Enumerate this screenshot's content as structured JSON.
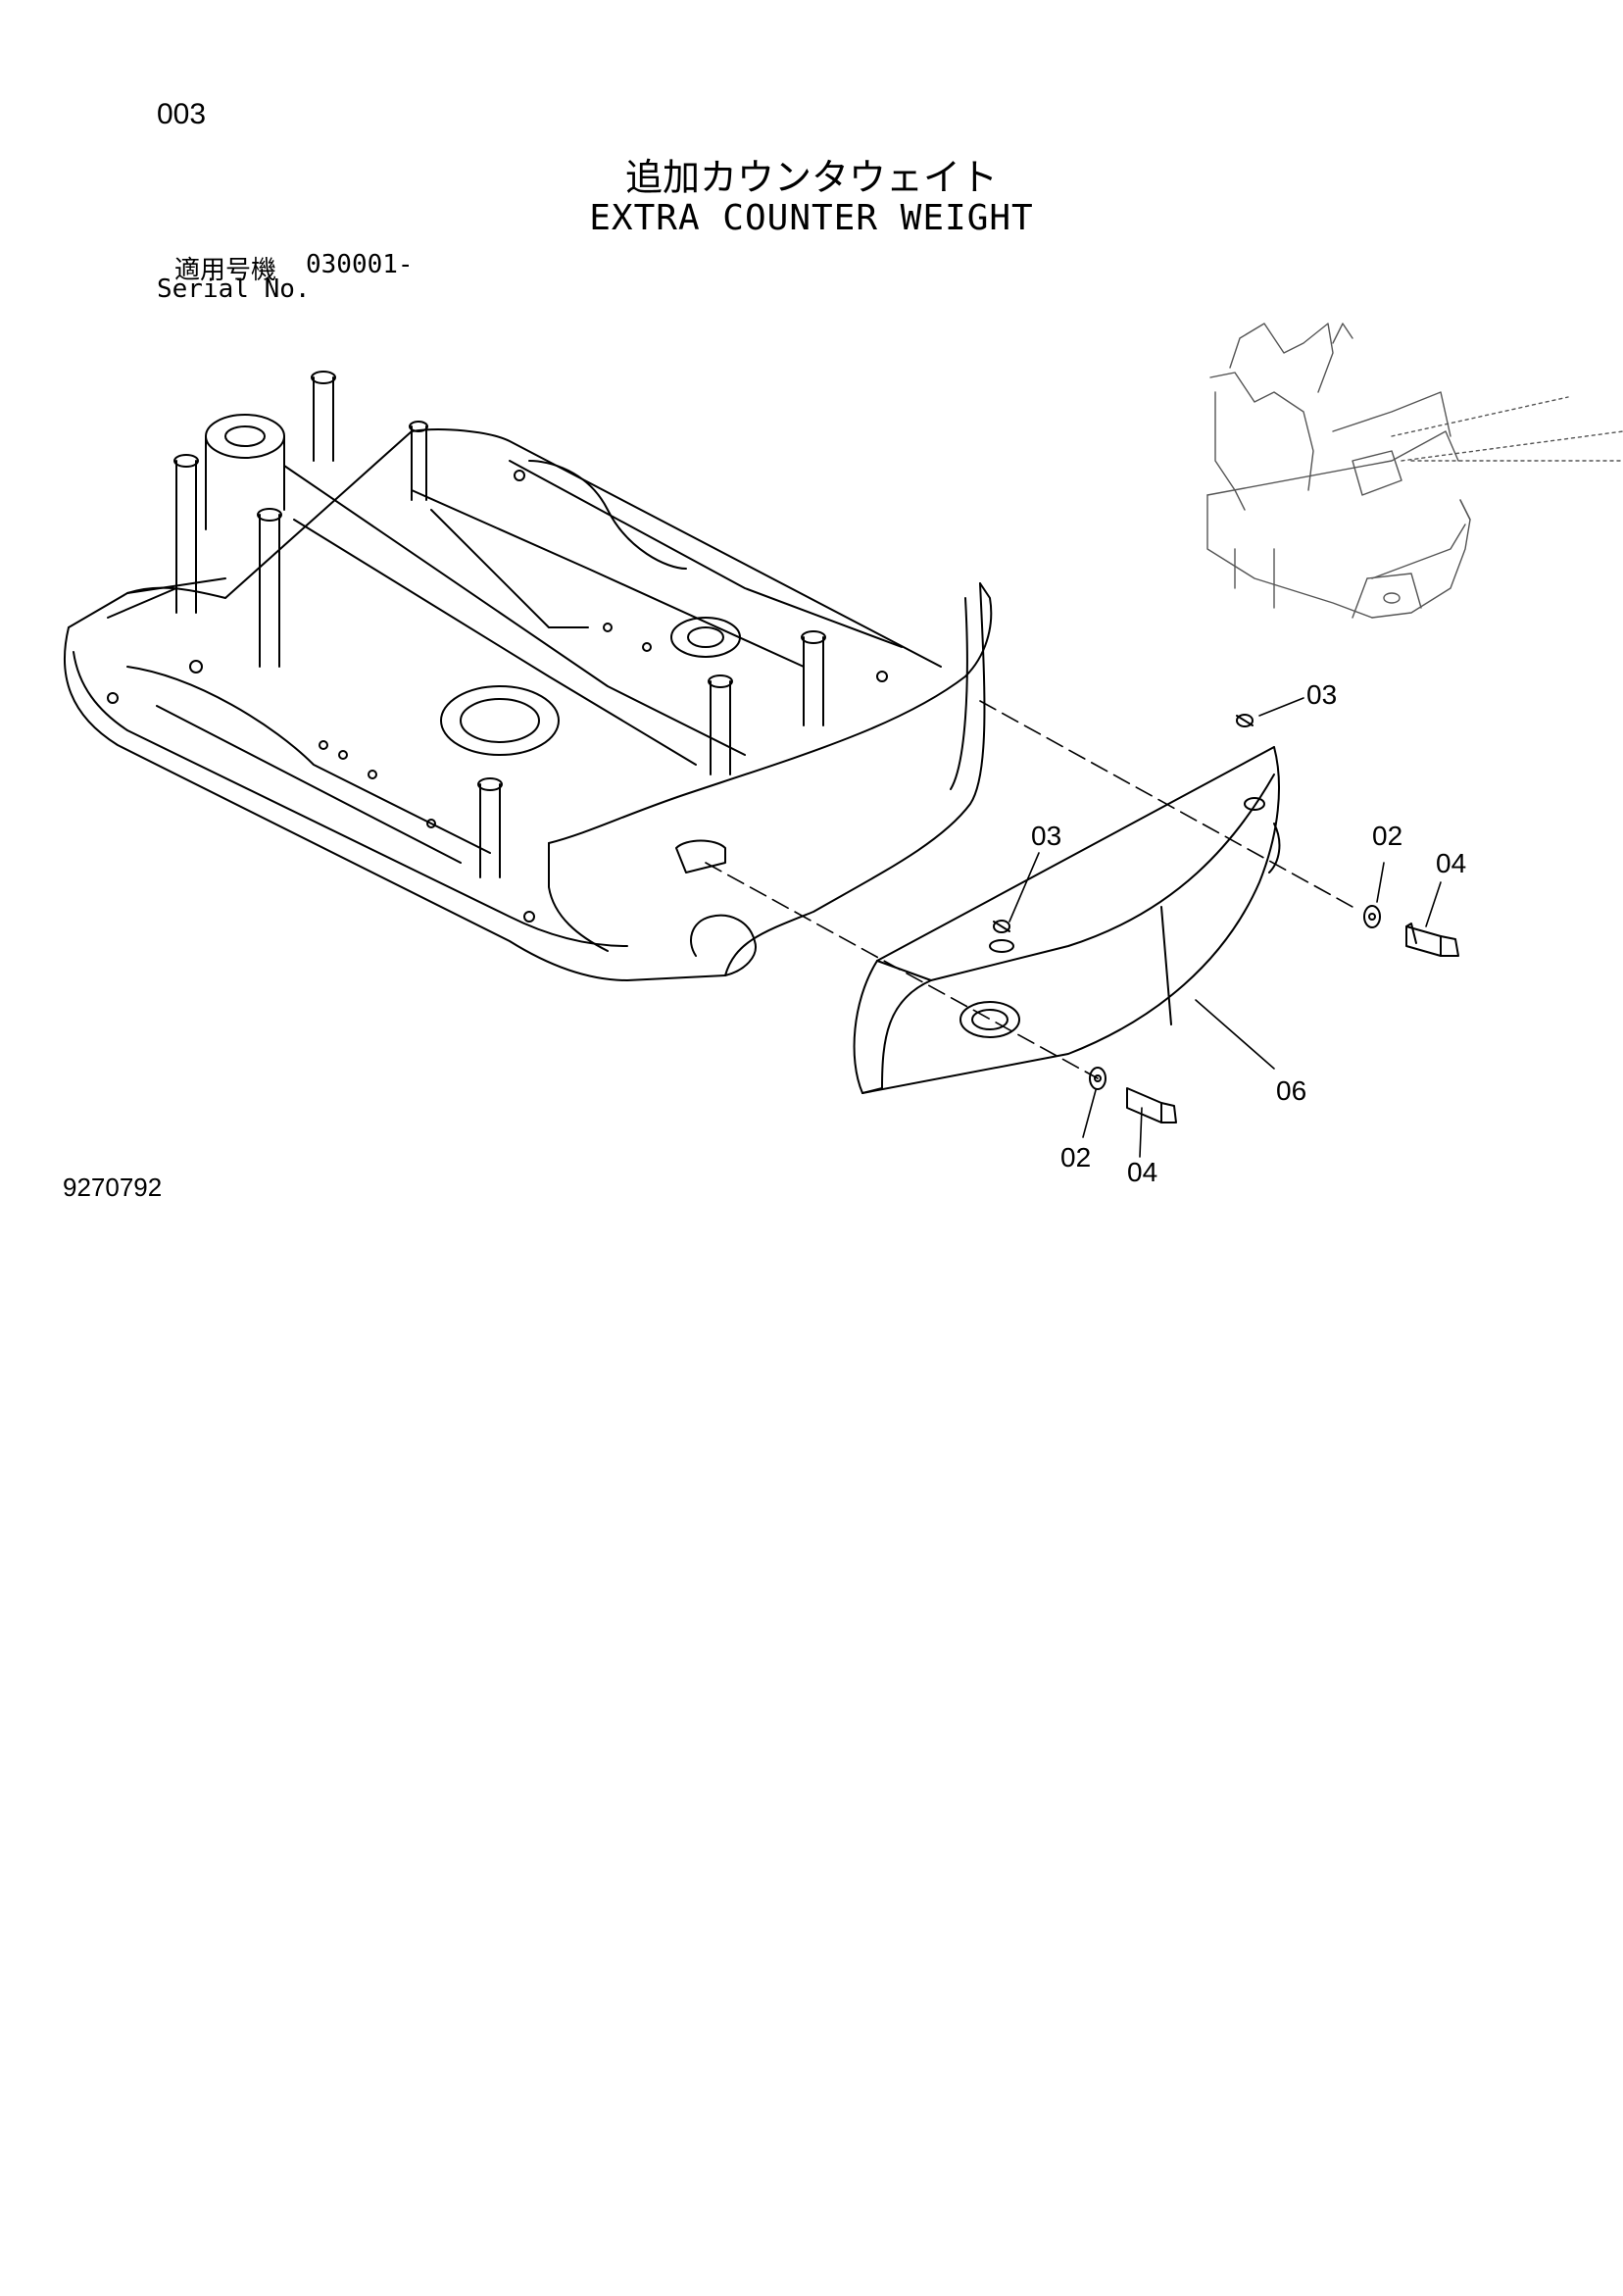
{
  "header": {
    "page_number": "003",
    "title_jp": "追加カウンタウェイト",
    "title_en": "EXTRA COUNTER WEIGHT",
    "serial_label_jp": "適用号機",
    "serial_value": "030001-",
    "serial_label_en": "Serial No."
  },
  "callouts": {
    "c03a": "03",
    "c03b": "03",
    "c02a": "02",
    "c04a": "04",
    "c06": "06",
    "c02b": "02",
    "c04b": "04"
  },
  "footer": {
    "drawing_number": "9270792"
  }
}
